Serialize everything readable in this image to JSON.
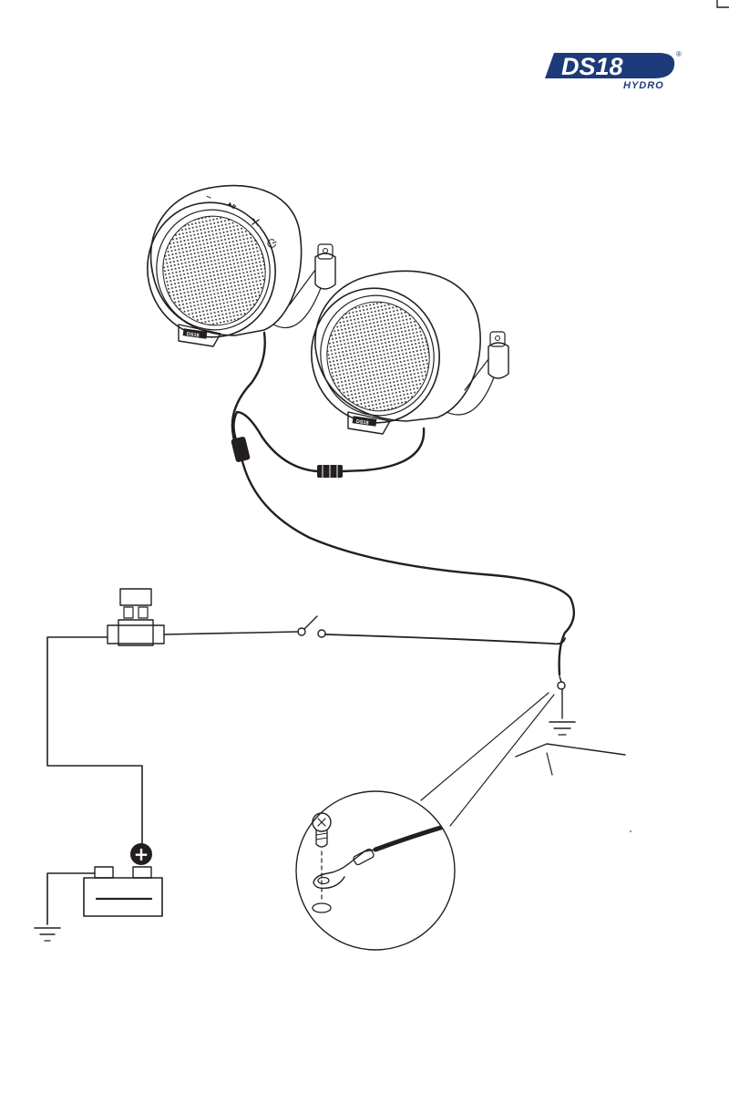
{
  "brand": {
    "name": "DS18",
    "sub": "HYDRO",
    "registered": "®",
    "color": "#1d3a7a"
  },
  "speaker_left": {
    "buttons": [
      "–",
      "⏯",
      "+",
      "⏻"
    ],
    "badge": "DS18"
  },
  "speaker_right": {
    "badge": "DS18"
  },
  "battery": {
    "positive_symbol": "+"
  },
  "colors": {
    "line": "#231f20",
    "background": "#ffffff"
  }
}
